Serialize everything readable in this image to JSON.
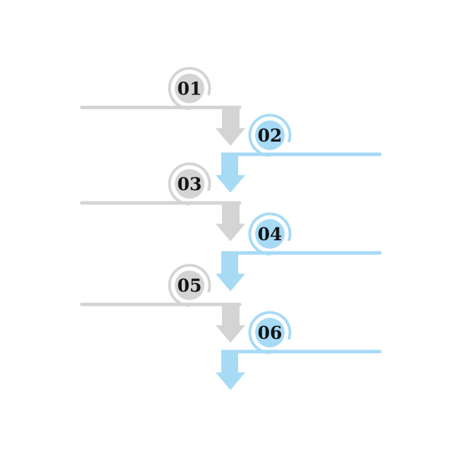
{
  "colors": {
    "gray": "#d4d4d4",
    "blue": "#a6daf5",
    "text": "#151515"
  },
  "steps": [
    {
      "label": "01",
      "theme": "gray",
      "side": "left"
    },
    {
      "label": "02",
      "theme": "blue",
      "side": "right"
    },
    {
      "label": "03",
      "theme": "gray",
      "side": "left"
    },
    {
      "label": "04",
      "theme": "blue",
      "side": "right"
    },
    {
      "label": "05",
      "theme": "gray",
      "side": "left"
    },
    {
      "label": "06",
      "theme": "blue",
      "side": "right"
    }
  ]
}
